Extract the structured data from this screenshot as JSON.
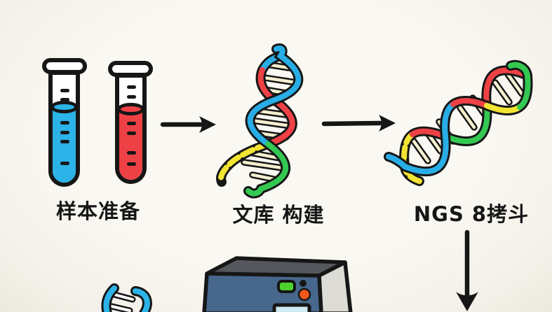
{
  "scene": {
    "title": "NGS workflow hand-drawn diagram",
    "background": "#f8f6f1"
  },
  "steps": [
    {
      "id": "sample-prep",
      "label": "样本准备",
      "icon": "test-tubes-icon"
    },
    {
      "id": "library-construction",
      "label": "文库 构建",
      "icon": "dna-helix-icon"
    },
    {
      "id": "ngs-sequencing",
      "label": "NGS 8拷斗",
      "icon": "dna-helix-diagonal-icon"
    }
  ],
  "flow": {
    "arrows": [
      {
        "id": "arrow-1",
        "direction": "right",
        "from": "sample-prep",
        "to": "library-construction"
      },
      {
        "id": "arrow-2",
        "direction": "right",
        "from": "library-construction",
        "to": "ngs-sequencing"
      },
      {
        "id": "arrow-3",
        "direction": "down",
        "from": "ngs-sequencing",
        "to": "sequencer-machine"
      }
    ]
  },
  "bottom_row": {
    "dna_fragment": {
      "color": "#29b1e8",
      "description": "partial blue dna strand"
    },
    "machine": {
      "description": "sequencer instrument",
      "indicator_led": "green",
      "power_button": "orange",
      "screen": "light-blue"
    }
  },
  "palette": {
    "ink": "#161616",
    "blue": "#29ade6",
    "red": "#ee4145",
    "green": "#33c852",
    "yellow": "#f2e433",
    "cream": "#f6f0cf",
    "tube-blue": "#2cb3e8",
    "tube-red": "#ee4146",
    "machine-front": "#47678c",
    "machine-top": "#54585c",
    "machine-side": "#dcdbd5",
    "led-green": "#4fd32c",
    "button-orange": "#f0561a",
    "screen-blue": "#cfe9f1"
  }
}
